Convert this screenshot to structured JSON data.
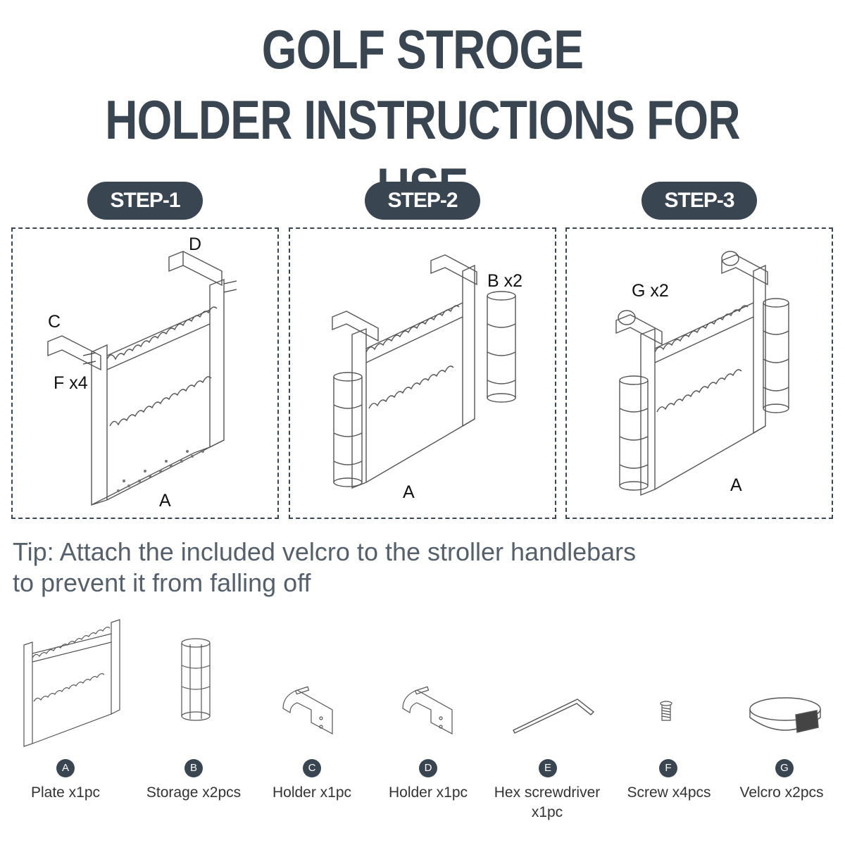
{
  "title": {
    "line1": "GOLF STROGE",
    "line2": "HOLDER INSTRUCTIONS FOR USE"
  },
  "steps": [
    {
      "label": "STEP-1",
      "callouts": [
        "D",
        "C",
        "F x4",
        "A"
      ]
    },
    {
      "label": "STEP-2",
      "callouts": [
        "B x2",
        "A"
      ]
    },
    {
      "label": "STEP-3",
      "callouts": [
        "G x2",
        "A"
      ]
    }
  ],
  "tip": {
    "line1": "Tip: Attach the included velcro to the stroller handlebars",
    "line2": "to prevent it from falling off"
  },
  "parts": [
    {
      "letter": "A",
      "name": "Plate x1pc",
      "icon": "plate-icon"
    },
    {
      "letter": "B",
      "name": "Storage x2pcs",
      "icon": "storage-tube-icon"
    },
    {
      "letter": "C",
      "name": "Holder x1pc",
      "icon": "holder-bracket-icon"
    },
    {
      "letter": "D",
      "name": "Holder x1pc",
      "icon": "holder-bracket-icon"
    },
    {
      "letter": "E",
      "name": "Hex screwdriver",
      "name2": "x1pc",
      "icon": "hex-key-icon"
    },
    {
      "letter": "F",
      "name": "Screw x4pcs",
      "icon": "screw-icon"
    },
    {
      "letter": "G",
      "name": "Velcro x2pcs",
      "icon": "velcro-strap-icon"
    }
  ],
  "colors": {
    "accent": "#3a4552",
    "tip_text": "#55606b",
    "line_art": "#555555"
  }
}
